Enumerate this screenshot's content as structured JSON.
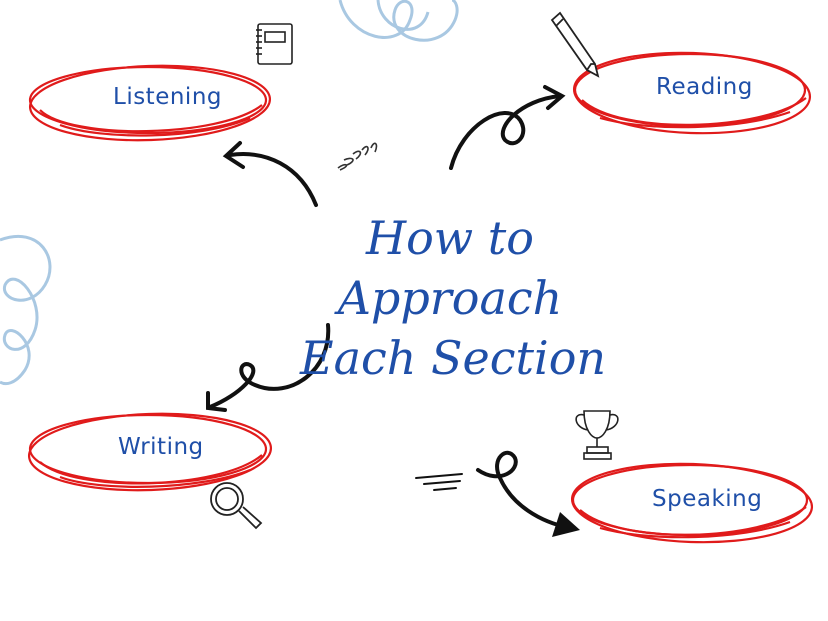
{
  "title": {
    "line1": "How to",
    "line2": "Approach",
    "line3": "Each Section"
  },
  "sections": {
    "listening": "Listening",
    "reading": "Reading",
    "writing": "Writing",
    "speaking": "Speaking"
  },
  "colors": {
    "text": "#1f4fa8",
    "circle": "#e01b1b",
    "arrow": "#111111",
    "doodle": "#a9c8e2"
  },
  "icons": [
    "notebook-icon",
    "pencil-icon",
    "magnifier-icon",
    "trophy-icon"
  ]
}
